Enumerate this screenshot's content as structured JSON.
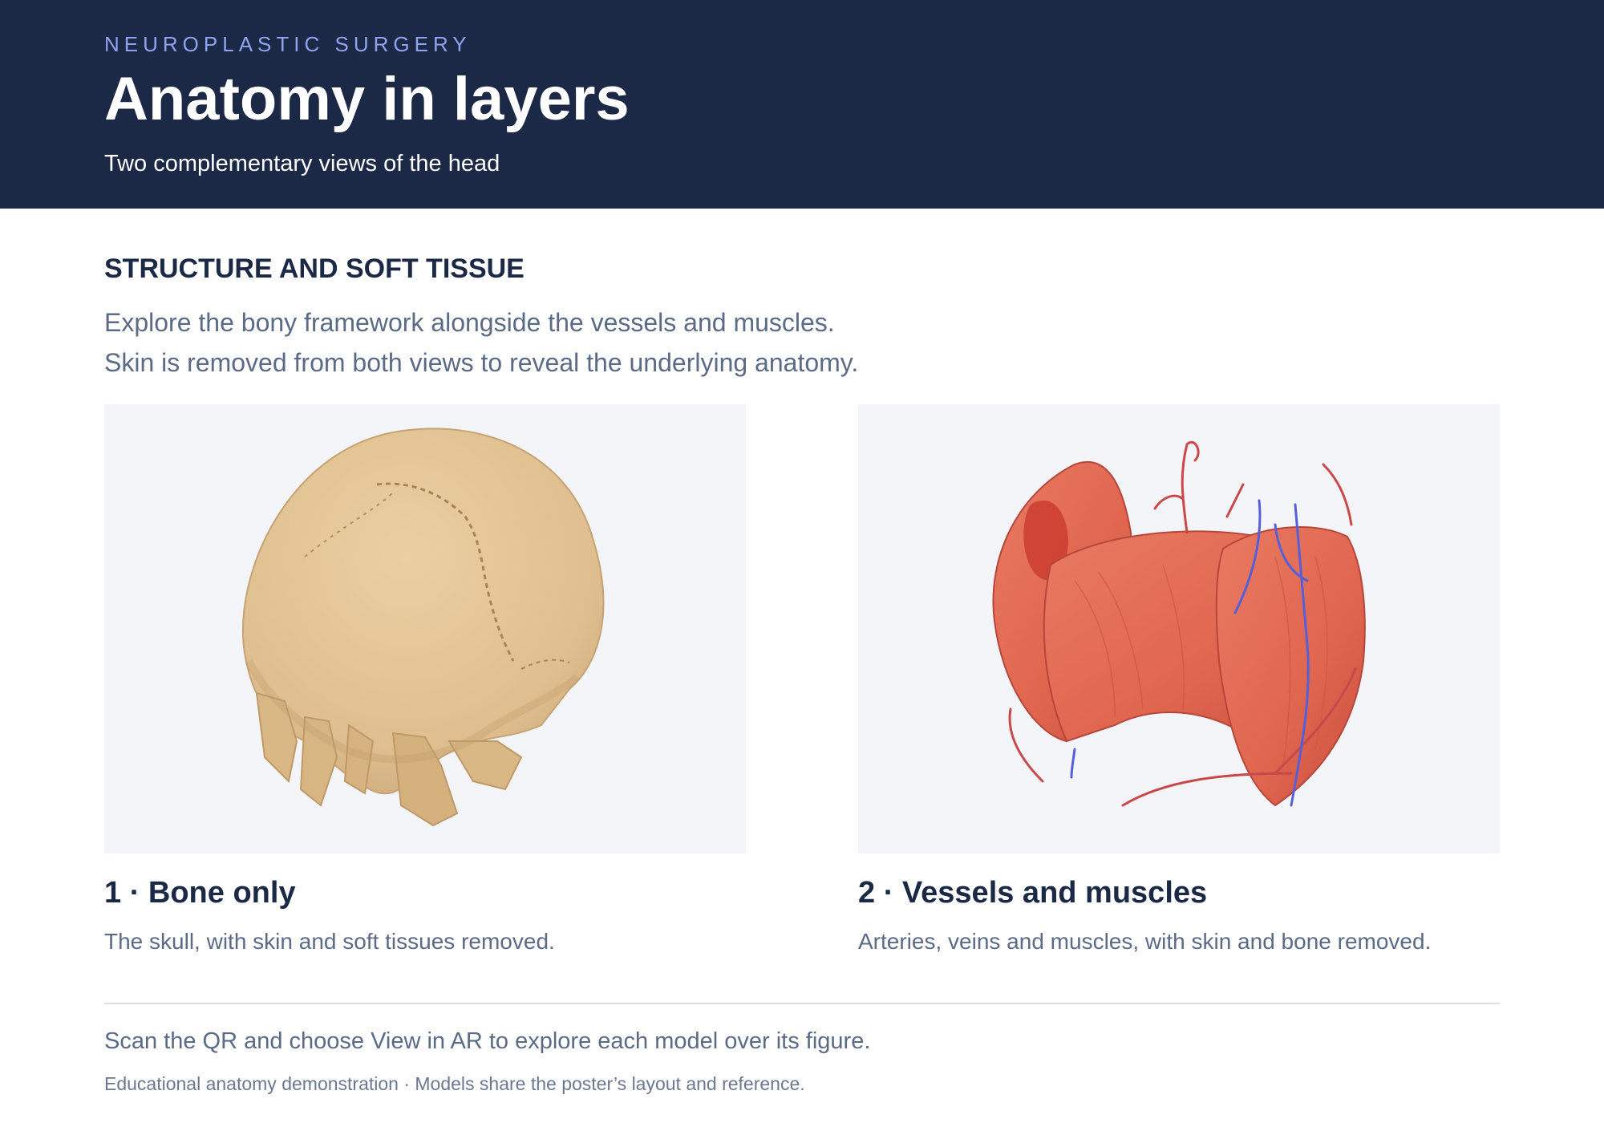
{
  "header": {
    "eyebrow": "NEUROPLASTIC SURGERY",
    "title": "Anatomy in layers",
    "subtitle": "Two complementary views of the head"
  },
  "section": {
    "heading": "STRUCTURE AND SOFT TISSUE",
    "intro_line_1": "Explore the bony framework alongside the vessels and muscles.",
    "intro_line_2": "Skin is removed from both views to reveal the underlying anatomy."
  },
  "views": [
    {
      "title": "1 · Bone only",
      "description": "The skull, with skin and soft tissues removed.",
      "image": "skull-render"
    },
    {
      "title": "2 · Vessels and muscles",
      "description": "Arteries, veins and muscles, with skin and bone removed.",
      "image": "muscles-vessels-render"
    }
  ],
  "footer": {
    "cta": "Scan the QR and choose View in AR to explore each model over its figure.",
    "note": "Educational anatomy demonstration · Models share the poster’s layout and reference."
  },
  "colors": {
    "hero_bg": "#1b2846",
    "accent_text": "#8fa3ee",
    "bone": "#e3c496",
    "muscle": "#e0654f",
    "artery": "#c9484a",
    "vein": "#5560d8",
    "panel_bg": "#f4f5f9"
  }
}
